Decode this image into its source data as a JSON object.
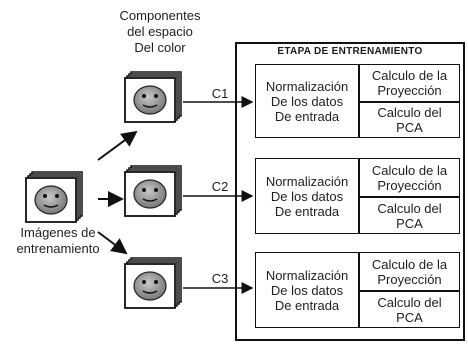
{
  "labels": {
    "components_title": "Componentes\ndel espacio\nDel color",
    "training_images": "Imágenes de\nentrenamiento",
    "stage_title": "ETAPA DE ENTRENAMIENTO"
  },
  "channels": [
    {
      "label": "C1"
    },
    {
      "label": "C2"
    },
    {
      "label": "C3"
    }
  ],
  "blocks": {
    "normalization": "Normalización\nDe los datos\nDe entrada",
    "projection": "Calculo de la\nProyección",
    "pca": "Calculo del\nPCA"
  }
}
